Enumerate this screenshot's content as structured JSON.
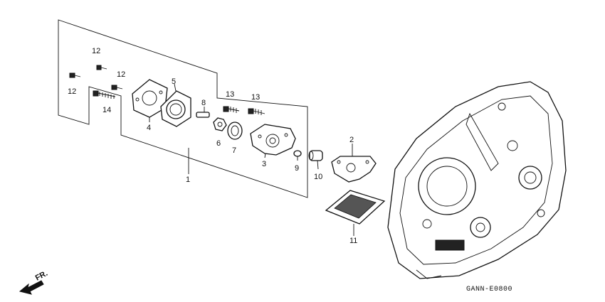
{
  "diagram": {
    "reference_code": "GANN-E0800",
    "direction_label": "FR.",
    "callouts": [
      "1",
      "2",
      "3",
      "4",
      "5",
      "6",
      "7",
      "8",
      "9",
      "10",
      "11",
      "12",
      "12",
      "12",
      "13",
      "13",
      "14"
    ]
  }
}
